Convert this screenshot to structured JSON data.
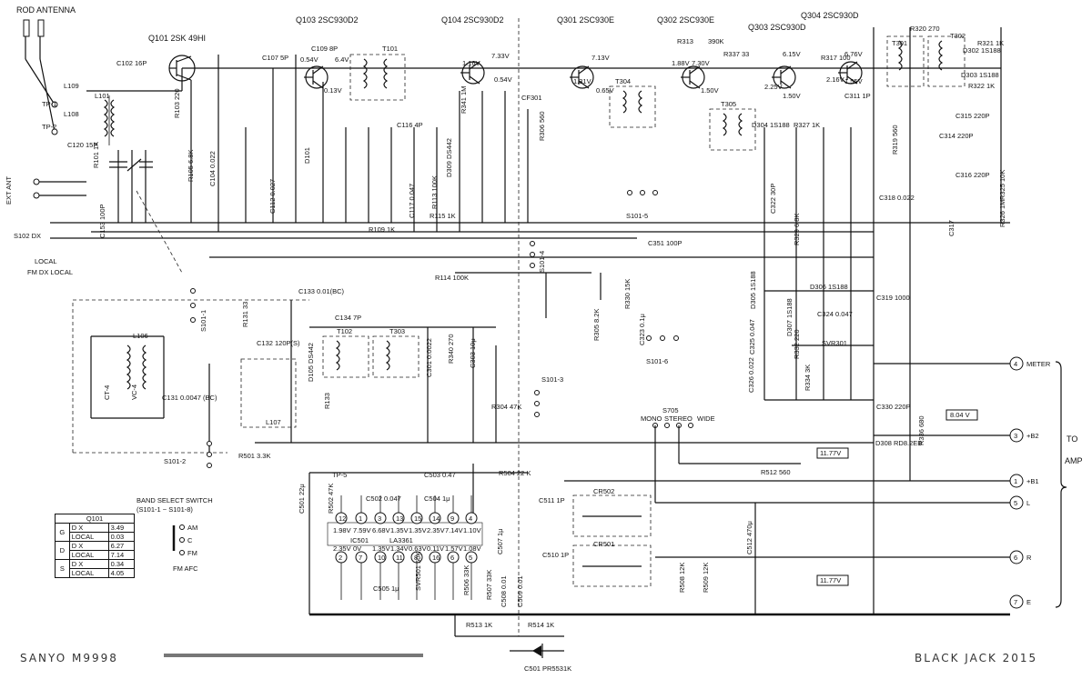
{
  "footer": {
    "left": "SANYO M9998",
    "right": "BLACK JACK 2015"
  },
  "antenna": {
    "label": "ROD ANTENNA",
    "tp1": "TP-1",
    "tp2": "TP-2",
    "ext_ant": "EXT ANT"
  },
  "switches": {
    "s102": "S102 DX",
    "local": "LOCAL",
    "fm_dx_local": "FM DX LOCAL",
    "s101_1": "S101-1",
    "s101_2": "S101-2",
    "s101_3": "S101-3",
    "s101_4": "S101-4",
    "s101_5": "S101-5",
    "s101_6": "S101-6",
    "band_select": "BAND SELECT SWITCH",
    "band_range": "(S101-1 ~ S101-8)",
    "pos_am": "AM",
    "pos_c": "C",
    "pos_fm": "FM",
    "pos_fm_afc": "FM  AFC",
    "s705": "S705",
    "mono": "MONO",
    "stereo": "STEREO",
    "wide": "WIDE"
  },
  "transistors": [
    {
      "id": "q101",
      "label": "Q101  2SK 49HI"
    },
    {
      "id": "q103",
      "label": "Q103  2SC930D2"
    },
    {
      "id": "q104",
      "label": "Q104  2SC930D2"
    },
    {
      "id": "q301",
      "label": "Q301  2SC930E"
    },
    {
      "id": "q302",
      "label": "Q302  2SC930E"
    },
    {
      "id": "q303",
      "label": "Q303  2SC930D"
    },
    {
      "id": "q304",
      "label": "Q304  2SC930D"
    }
  ],
  "components": {
    "c102": "C102  16P",
    "c107": "C107  5P",
    "c109": "C109  8P",
    "t101": "T101",
    "l101": "L101",
    "l109": "L109",
    "l108": "L108",
    "c120": "C120 15P",
    "r103": "R103 220",
    "r101": "R101 1K",
    "r105": "R105 6.8K",
    "c104": "C104 0.022",
    "d101": "D101",
    "c116": "C116 4P",
    "c117": "C117 0.047",
    "r113": "R113 100K",
    "r115": "R115 1K",
    "r109": "R109 1K",
    "c112": "C112 0.027",
    "c153": "C153 100P",
    "r114": "R114 100K",
    "c133": "C133  0.01(BC)",
    "l106": "L106",
    "ct4": "CT-4",
    "vc4": "VC-4",
    "c131": "C131 0.0047 (BC)",
    "c132": "C132 120P(S)",
    "c134": "C134 7P",
    "t102": "T102",
    "t303": "T303",
    "d105": "D105 DS442",
    "r133": "R133",
    "r131": "R131 33",
    "l107": "L107",
    "c301": "C301 0.0022",
    "r340": "R340 270",
    "c303": "C303 10μ",
    "r304": "R304 47K",
    "r306": "R306 560",
    "cf301": "CF301",
    "r341": "R341 1M",
    "d309": "D309 DS442",
    "r313": "R313",
    "r313v": "390K",
    "r337": "R337 33",
    "t304": "T304",
    "t305": "T305",
    "c351": "C351 100P",
    "r330": "R330 15K",
    "c323": "C323 0.1μ",
    "r305": "R305 8.2K",
    "r317": "R317 100",
    "r320": "R320 270",
    "t301": "T301",
    "t302": "T302",
    "r321": "R321 1K",
    "d302": "D302 1S188",
    "d303": "D303 1S188",
    "r322": "R322 1K",
    "c315": "C315 220P",
    "c314": "C314 220P",
    "c316": "C316 220P",
    "c317": "C317",
    "r326": "R326 1M",
    "c318": "C318 0.022",
    "r329": "R329 6.8K",
    "c322": "C322 30P",
    "c311": "C311 1P",
    "r319": "R319 560",
    "d304": "D304 1S188",
    "r327": "R327 1K",
    "r325": "R325 10K",
    "d305": "D305 1S188",
    "d306": "D306 1S188",
    "c319": "C319 1000",
    "c324": "C324 0.047",
    "d307": "D307 1S188",
    "svr301": "SVR301",
    "r332": "R332 220",
    "c325": "C325 0.047",
    "c326": "C326 0.022",
    "r334": "R334 3K",
    "c330": "C330 220P",
    "d308": "D308 RD8.2EB",
    "r336": "R336 680",
    "r512": "R512  560",
    "r501": "R501  3.3K",
    "r504": "R504  22 K",
    "c503": "C503 0.47",
    "c502": "C502  0.047",
    "c504": "C504 1μ",
    "c501": "C501 22μ",
    "r502": "R502 47K",
    "tp5": "TP-5",
    "ic501": "IC501",
    "la3361": "LA3361",
    "c505": "C505 1μ",
    "svr501": "SVR501 50K",
    "c507": "C507 1μ",
    "c510": "C510 1P",
    "c511": "C511 1P",
    "c512": "C512 470μ",
    "cr502": "CR502",
    "cr501": "CR501",
    "r508": "R508 12K",
    "r509": "R509 12K",
    "r513": "R513 1K",
    "r514": "R514 1K",
    "c501b": "C501  PR5531K",
    "c508": "C508 0.01",
    "c509": "C509 0.01",
    "r506": "R506 33K",
    "r507": "R507 33K"
  },
  "voltages": {
    "q103_c": "6.4V",
    "q103_b": "0.54V",
    "q103_e": "0.13V",
    "q104_c": "7.33V",
    "q104_b": "1.16V",
    "q104_e": "0.54V",
    "q301_c": "7.13V",
    "q301_b": "1.31V",
    "q301_e": "0.65V",
    "q302_c": "7.30V",
    "q302_b": "1.88V",
    "q302_e": "1.50V",
    "q303_c": "6.15V",
    "q303_b": "2.25V",
    "q303_e": "1.50V",
    "q304_c": "6.76V",
    "q304_b": "2.16V",
    "q304_e": "1.55V",
    "supply_b2": "8.04 V",
    "supply_b1": "11.77V",
    "supply_e": "11.77V"
  },
  "ic_pins_top": [
    {
      "pin": "12",
      "v": "1.98V"
    },
    {
      "pin": "1",
      "v": "7.59V"
    },
    {
      "pin": "3",
      "v": "6.68V"
    },
    {
      "pin": "13",
      "v": "1.35V"
    },
    {
      "pin": "15",
      "v": "1.35V"
    },
    {
      "pin": "14",
      "v": "2.35V"
    },
    {
      "pin": "9",
      "v": "7.14V"
    },
    {
      "pin": "4",
      "v": "1.10V"
    }
  ],
  "ic_pins_bottom": [
    {
      "pin": "2",
      "v": "2.35V"
    },
    {
      "pin": "7",
      "v": "0V"
    },
    {
      "pin": "10",
      "v": "1.35V"
    },
    {
      "pin": "11",
      "v": "1.34V"
    },
    {
      "pin": "8",
      "v": "0.63V"
    },
    {
      "pin": "16",
      "v": "0.11V"
    },
    {
      "pin": "6",
      "v": "1.57V"
    },
    {
      "pin": "5",
      "v": "1.08V"
    }
  ],
  "outputs": {
    "header": "TO AMP",
    "items": [
      {
        "n": "4",
        "label": "METER"
      },
      {
        "n": "3",
        "label": "+B2"
      },
      {
        "n": "1",
        "label": "+B1"
      },
      {
        "n": "5",
        "label": "L"
      },
      {
        "n": "6",
        "label": "R"
      },
      {
        "n": "7",
        "label": "E"
      }
    ]
  },
  "q101_table": {
    "title": "Q101",
    "rows": [
      {
        "pin": "G",
        "mode": "D X",
        "v": "3.49"
      },
      {
        "pin": "G",
        "mode": "LOCAL",
        "v": "0.03"
      },
      {
        "pin": "D",
        "mode": "D X",
        "v": "6.27"
      },
      {
        "pin": "D",
        "mode": "LOCAL",
        "v": "7.14"
      },
      {
        "pin": "S",
        "mode": "D X",
        "v": "0.34"
      },
      {
        "pin": "S",
        "mode": "LOCAL",
        "v": "4.05"
      }
    ]
  }
}
